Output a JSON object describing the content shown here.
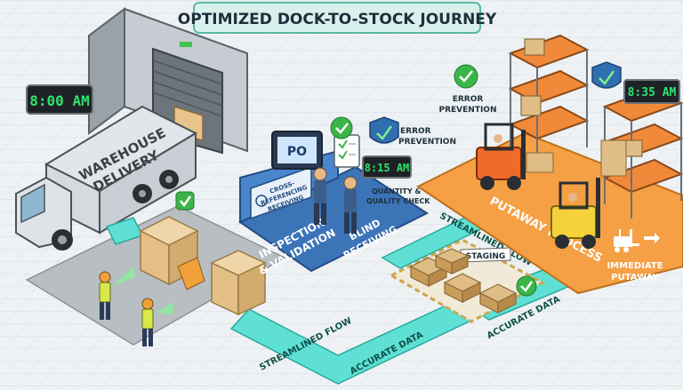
{
  "title": "OPTIMIZED DOCK-TO-STOCK JOURNEY",
  "clocks": {
    "start": "8:00 AM",
    "mid": "8:15 AM",
    "end": "8:35 AM"
  },
  "truck": {
    "line1": "WAREHOUSE",
    "line2": "DELIVERY"
  },
  "inspection": {
    "zone_line1": "INSPECTION",
    "zone_line2": "& VALIDATION",
    "blind_line1": "BLIND",
    "blind_line2": "RECEIVING",
    "cross_line1": "CROSS-",
    "cross_line2": "REFERENCING",
    "cross_line3": "RECEIVING",
    "po": "PO",
    "qc_line1": "QUANTITY &",
    "qc_line2": "QUALITY CHECK",
    "err_line1": "ERROR",
    "err_line2": "PREVENTION"
  },
  "putaway": {
    "zone": "PUTAWAY PROCESS",
    "imm_line1": "IMMEDIATE",
    "imm_line2": "PUTAWAY",
    "err_line1": "ERROR",
    "err_line2": "PREVENTION"
  },
  "staging": "STAGING",
  "flows": {
    "bottom": "STREAMLINED FLOW",
    "bottom_data": "ACCURATE DATA",
    "upper": "STREAMLINED FLOW",
    "right_data": "ACCURATE DATA"
  },
  "colors": {
    "flow": "#5fe0d4",
    "inspection": "#3c74b8",
    "putaway": "#f5a045",
    "check": "#3bb54a",
    "shield": "#2f6fb0",
    "clock_text": "#2ee36a"
  }
}
